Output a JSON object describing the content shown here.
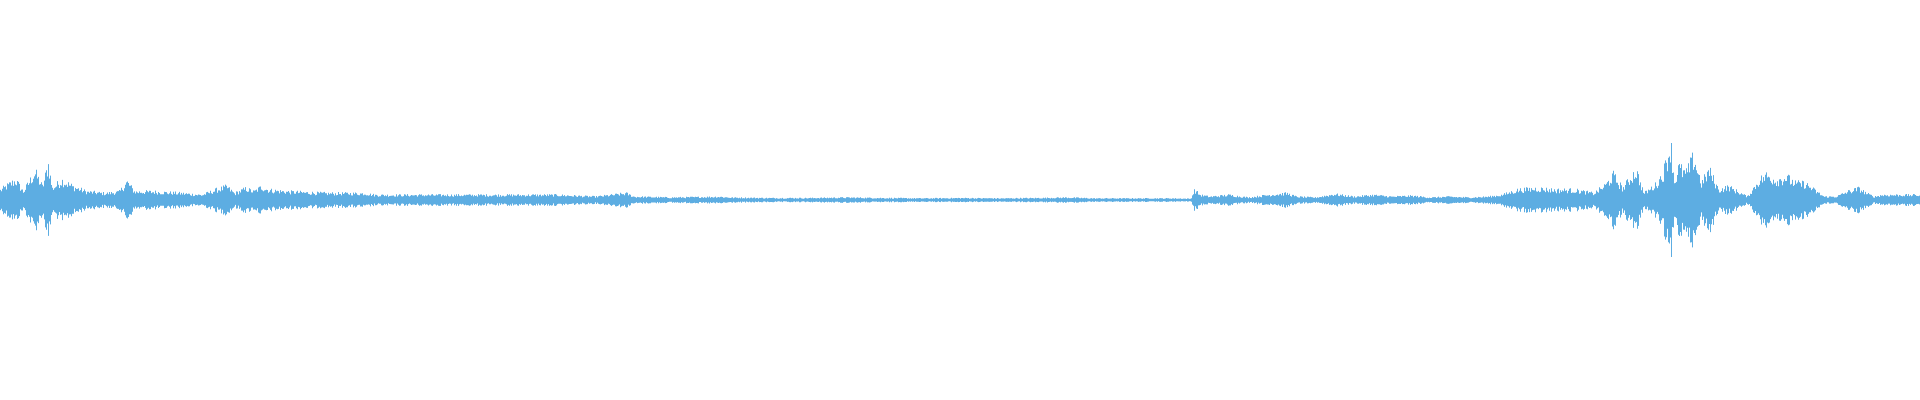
{
  "waveform": {
    "color": "#5dade2",
    "background": "#ffffff",
    "envelope": [
      [
        0.0,
        0.06
      ],
      [
        0.008,
        0.12
      ],
      [
        0.012,
        0.05
      ],
      [
        0.018,
        0.17
      ],
      [
        0.022,
        0.08
      ],
      [
        0.025,
        0.22
      ],
      [
        0.027,
        0.07
      ],
      [
        0.032,
        0.12
      ],
      [
        0.038,
        0.08
      ],
      [
        0.045,
        0.05
      ],
      [
        0.055,
        0.04
      ],
      [
        0.062,
        0.05
      ],
      [
        0.066,
        0.11
      ],
      [
        0.07,
        0.05
      ],
      [
        0.08,
        0.05
      ],
      [
        0.095,
        0.04
      ],
      [
        0.105,
        0.03
      ],
      [
        0.112,
        0.06
      ],
      [
        0.118,
        0.08
      ],
      [
        0.122,
        0.04
      ],
      [
        0.128,
        0.07
      ],
      [
        0.132,
        0.05
      ],
      [
        0.136,
        0.08
      ],
      [
        0.14,
        0.06
      ],
      [
        0.15,
        0.05
      ],
      [
        0.17,
        0.04
      ],
      [
        0.19,
        0.04
      ],
      [
        0.195,
        0.03
      ],
      [
        0.21,
        0.03
      ],
      [
        0.23,
        0.03
      ],
      [
        0.25,
        0.03
      ],
      [
        0.27,
        0.03
      ],
      [
        0.29,
        0.03
      ],
      [
        0.3,
        0.025
      ],
      [
        0.31,
        0.02
      ],
      [
        0.326,
        0.04
      ],
      [
        0.33,
        0.02
      ],
      [
        0.35,
        0.015
      ],
      [
        0.375,
        0.02
      ],
      [
        0.38,
        0.015
      ],
      [
        0.4,
        0.012
      ],
      [
        0.42,
        0.012
      ],
      [
        0.44,
        0.015
      ],
      [
        0.46,
        0.012
      ],
      [
        0.48,
        0.01
      ],
      [
        0.5,
        0.012
      ],
      [
        0.52,
        0.01
      ],
      [
        0.54,
        0.012
      ],
      [
        0.556,
        0.015
      ],
      [
        0.57,
        0.01
      ],
      [
        0.59,
        0.01
      ],
      [
        0.61,
        0.01
      ],
      [
        0.62,
        0.008
      ],
      [
        0.622,
        0.06
      ],
      [
        0.625,
        0.03
      ],
      [
        0.63,
        0.02
      ],
      [
        0.64,
        0.03
      ],
      [
        0.65,
        0.015
      ],
      [
        0.66,
        0.03
      ],
      [
        0.67,
        0.04
      ],
      [
        0.675,
        0.02
      ],
      [
        0.685,
        0.015
      ],
      [
        0.695,
        0.035
      ],
      [
        0.705,
        0.02
      ],
      [
        0.715,
        0.03
      ],
      [
        0.725,
        0.02
      ],
      [
        0.735,
        0.025
      ],
      [
        0.745,
        0.015
      ],
      [
        0.755,
        0.02
      ],
      [
        0.765,
        0.015
      ],
      [
        0.775,
        0.02
      ],
      [
        0.782,
        0.03
      ],
      [
        0.79,
        0.06
      ],
      [
        0.8,
        0.07
      ],
      [
        0.81,
        0.06
      ],
      [
        0.82,
        0.06
      ],
      [
        0.83,
        0.04
      ],
      [
        0.836,
        0.09
      ],
      [
        0.84,
        0.15
      ],
      [
        0.845,
        0.07
      ],
      [
        0.852,
        0.18
      ],
      [
        0.856,
        0.04
      ],
      [
        0.862,
        0.09
      ],
      [
        0.866,
        0.16
      ],
      [
        0.87,
        0.34
      ],
      [
        0.872,
        0.1
      ],
      [
        0.874,
        0.2
      ],
      [
        0.878,
        0.16
      ],
      [
        0.882,
        0.26
      ],
      [
        0.886,
        0.1
      ],
      [
        0.89,
        0.18
      ],
      [
        0.895,
        0.06
      ],
      [
        0.9,
        0.08
      ],
      [
        0.905,
        0.05
      ],
      [
        0.91,
        0.02
      ],
      [
        0.916,
        0.12
      ],
      [
        0.92,
        0.15
      ],
      [
        0.925,
        0.12
      ],
      [
        0.93,
        0.14
      ],
      [
        0.935,
        0.1
      ],
      [
        0.94,
        0.1
      ],
      [
        0.946,
        0.05
      ],
      [
        0.95,
        0.02
      ],
      [
        0.956,
        0.02
      ],
      [
        0.962,
        0.05
      ],
      [
        0.968,
        0.07
      ],
      [
        0.972,
        0.04
      ],
      [
        0.976,
        0.02
      ],
      [
        0.98,
        0.03
      ],
      [
        0.99,
        0.03
      ],
      [
        1.0,
        0.03
      ]
    ]
  }
}
